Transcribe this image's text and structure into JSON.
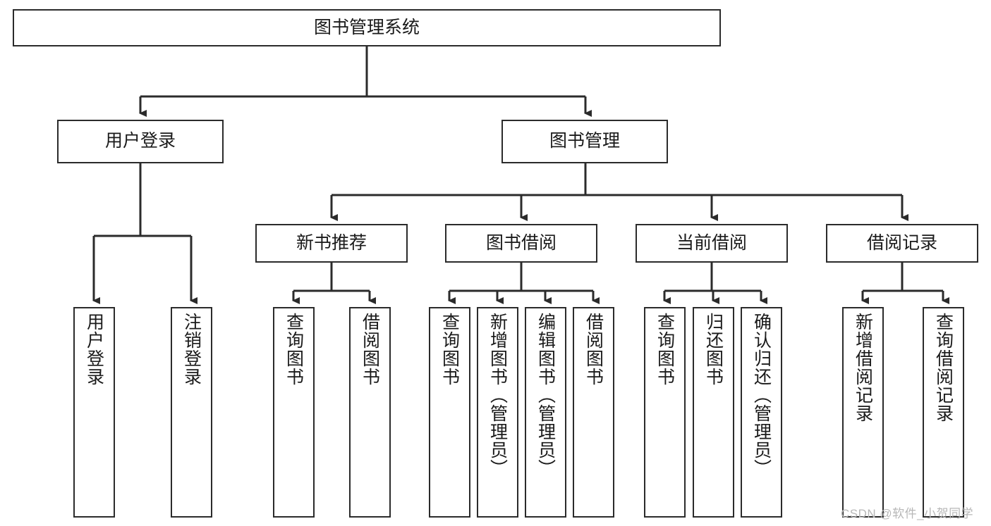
{
  "diagram": {
    "title": "图书管理系统",
    "type": "tree-hierarchy-chart",
    "root": {
      "id": "root",
      "label": "图书管理系统"
    },
    "level2": [
      {
        "id": "user-login",
        "label": "用户登录"
      },
      {
        "id": "book-management",
        "label": "图书管理"
      }
    ],
    "level3": [
      {
        "id": "new-book-recommend",
        "label": "新书推荐"
      },
      {
        "id": "book-borrow",
        "label": "图书借阅"
      },
      {
        "id": "current-borrow",
        "label": "当前借阅"
      },
      {
        "id": "borrow-record",
        "label": "借阅记录"
      }
    ],
    "leaves": {
      "user_login": [
        {
          "id": "leaf-user-login",
          "label": "用户登录"
        },
        {
          "id": "leaf-logout-login",
          "label": "注销登录"
        }
      ],
      "new_book_recommend": [
        {
          "id": "leaf-query-book-1",
          "label": "查询图书"
        },
        {
          "id": "leaf-borrow-book-1",
          "label": "借阅图书"
        }
      ],
      "book_borrow": [
        {
          "id": "leaf-query-book-2",
          "label": "查询图书"
        },
        {
          "id": "leaf-add-book",
          "label": "新增图书（管理员）"
        },
        {
          "id": "leaf-edit-book",
          "label": "编辑图书（管理员）"
        },
        {
          "id": "leaf-borrow-book-2",
          "label": "借阅图书"
        }
      ],
      "current_borrow": [
        {
          "id": "leaf-query-book-3",
          "label": "查询图书"
        },
        {
          "id": "leaf-return-book",
          "label": "归还图书"
        },
        {
          "id": "leaf-confirm-return",
          "label": "确认归还（管理员）"
        }
      ],
      "borrow_record": [
        {
          "id": "leaf-add-record",
          "label": "新增借阅记录"
        },
        {
          "id": "leaf-query-record",
          "label": "查询借阅记录"
        }
      ]
    }
  },
  "watermark": {
    "text": "CSDN @软件_小贺同学"
  },
  "colors": {
    "stroke": "#2b2b2b",
    "fill": "#ffffff",
    "text": "#1a1a1a",
    "watermark": "#b7b7b7"
  }
}
